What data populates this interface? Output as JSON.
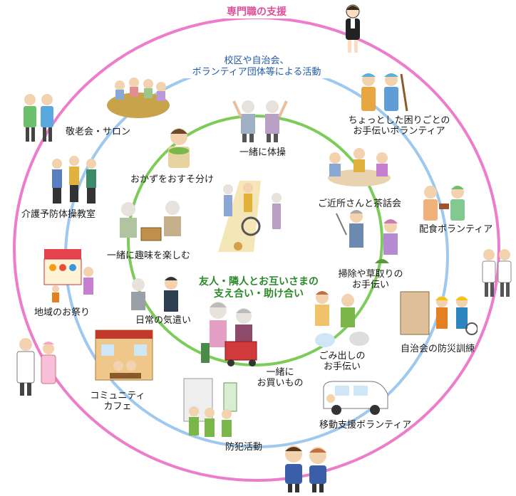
{
  "outer_ring": {
    "title": "専門職の支援",
    "color": "#ee7ccc"
  },
  "middle_ring": {
    "title": "校区や自治会、\nボランティア団体等による活動",
    "color": "#9fc8ee"
  },
  "inner_ring": {
    "title": "友人・隣人とお互いさまの\n支え合い・助け合い",
    "color": "#7dcc5a"
  },
  "outer_activities": [
    "敬老会・サロン",
    "ちょっとした困りごとの\nお手伝いボランティア",
    "介護予防体操教室",
    "配食ボランティア",
    "地域のお祭り",
    "自治会の防災訓練",
    "コミュニティ\nカフェ",
    "移動支援ボランティア",
    "防犯活動"
  ],
  "inner_activities": [
    "一緒に体操",
    "おかずをおすそ分け",
    "ご近所さんと茶話会",
    "一緒に趣味を楽しむ",
    "掃除や草取りの\nお手伝い",
    "日常の気遣い",
    "ごみ出しの\nお手伝い",
    "一緒に\nお買いもの"
  ],
  "icons": [
    "professional-woman-icon",
    "caregivers-icon",
    "doctor-nurse-icon",
    "staff-icon",
    "mascot-pair-icon"
  ]
}
